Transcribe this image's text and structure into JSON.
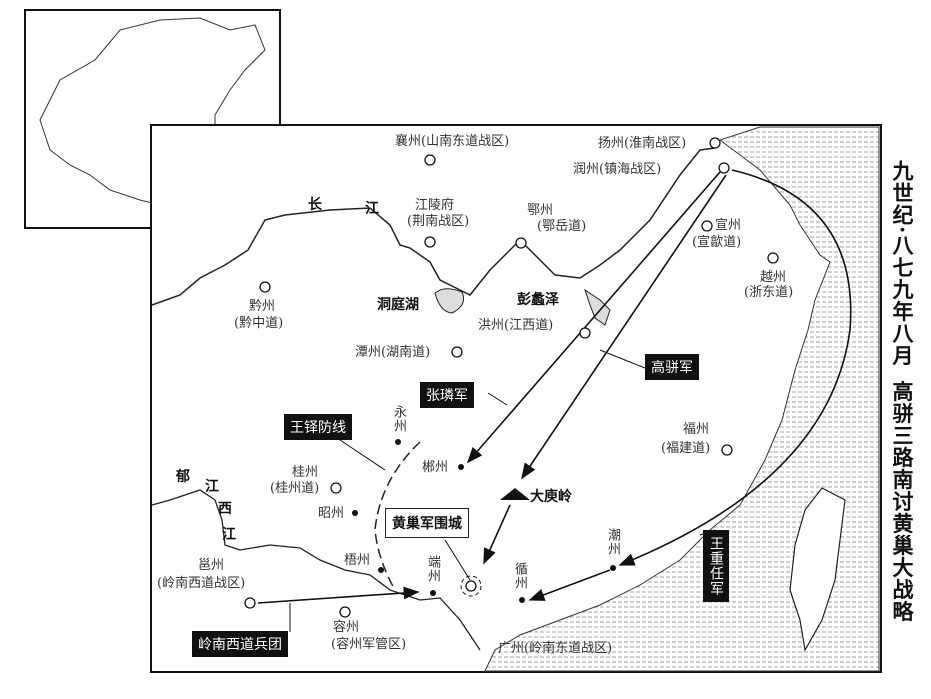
{
  "title": {
    "line1": "九世纪·八七九年八月",
    "line2": "高骈三路南讨黄巢大战略"
  },
  "places": {
    "xiangzhou": "襄州(山南东道战区)",
    "yangzhou": "扬州(淮南战区)",
    "runzhou": "润州(镇海战区)",
    "jiangling": "江陵府",
    "jiangling_sub": "(荆南战区)",
    "ezhou": "鄂州",
    "ezhou_sub": "(鄂岳道)",
    "xuanzhou": "宣州",
    "xuanzhou_sub": "(宣歙道)",
    "yuezhou": "越州",
    "yuezhou_sub": "(浙东道)",
    "qianzhou": "黔州",
    "qianzhou_sub": "(黔中道)",
    "hongzhou": "洪州(江西道)",
    "tanzhou": "潭州(湖南道)",
    "yongzhou": "永州",
    "chenzhou": "郴州",
    "guizhou": "桂州",
    "guizhou_sub": "(桂州道)",
    "zhaozhou": "昭州",
    "wuzhou": "梧州",
    "duanzhou": "端州",
    "xunzhou": "循州",
    "chaozhou": "潮州",
    "fuzhou": "福州",
    "fuzhou_sub": "(福建道)",
    "yongzhou_w": "邕州",
    "yongzhou_w_sub": "(岭南西道战区)",
    "rongzhou": "容州",
    "rongzhou_sub": "(容州军管区)",
    "guangzhou": "广州(岭南东道战区)"
  },
  "features": {
    "yangtze_1": "长",
    "yangtze_2": "江",
    "dongting": "洞庭湖",
    "pengli": "彭蠡泽",
    "dayuling": "大庾岭",
    "yujiang_1": "郁",
    "yujiang_2": "江",
    "xijiang_1": "西",
    "xijiang_2": "江"
  },
  "tags": {
    "gaopian": "高骈军",
    "zhanglin": "张璘军",
    "wangduo": "王铎防线",
    "siege": "黄巢军围城",
    "lingnan_west": "岭南西道兵团",
    "wangchongren": "王重任军"
  }
}
